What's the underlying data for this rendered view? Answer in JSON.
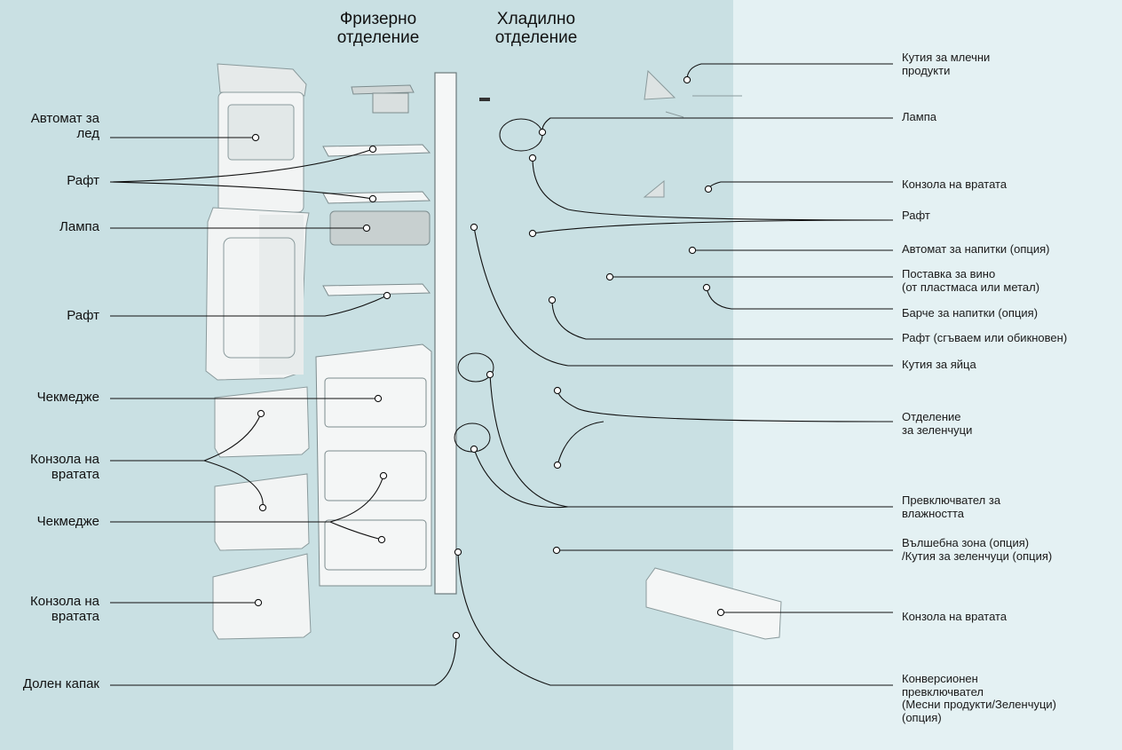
{
  "headers": {
    "freezer": "Фризерно\nотделение",
    "fridge": "Хладилно\nотделение"
  },
  "left_labels": {
    "ice_maker": "Автомат за\nлед",
    "shelf_1": "Рафт",
    "lamp": "Лампа",
    "shelf_2": "Рафт",
    "drawer_1": "Чекмедже",
    "door_bin_1": "Конзола на\nвратата",
    "drawer_2": "Чекмедже",
    "door_bin_2": "Конзола на\nвратата",
    "bottom_cover": "Долен капак"
  },
  "right_labels": {
    "dairy_box": "Кутия за млечни\nпродукти",
    "lamp": "Лампа",
    "door_bin_1": "Конзола на вратата",
    "shelf": "Рафт",
    "drink_dispenser": "Автомат за напитки (опция)",
    "wine_rack": "Поставка за вино\n(от пластмаса или метал)",
    "drink_bar": "Барче за напитки (опция)",
    "folding_shelf": "Рафт (сгъваем или обикновен)",
    "egg_box": "Кутия за яйца",
    "vegetable_compartment": "Отделение\nза зеленчуци",
    "humidity_switch": "Превключвател за\nвлажността",
    "magic_zone": "Вълшебна зона (опция)\n/Кутия за зеленчуци (опция)",
    "door_bin_2": "Конзола на вратата",
    "conversion_switch": "Конверсионен\nпревключвател\n(Месни продукти/Зеленчуци)\n(опция)"
  },
  "colors": {
    "background": "#c9e0e3",
    "right_panel": "#e4f1f3",
    "line": "#111111"
  }
}
